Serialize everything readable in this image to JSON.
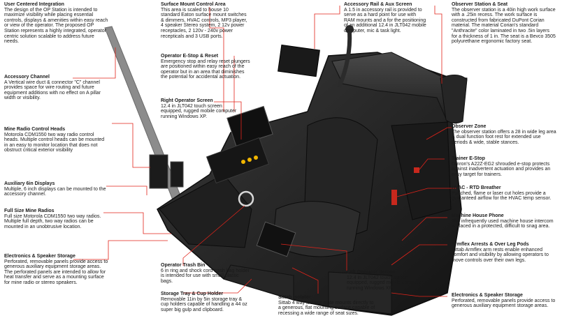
{
  "colors": {
    "leader": "#e2231a",
    "shell": "#2a2a2a",
    "panel": "#1a1a1a",
    "metal": "#8a8a8a",
    "accent": "#f2b600"
  },
  "annotations": {
    "user_centered": {
      "title": "User Centered Integration",
      "body": "The design of the OP Station is intended to maximize visibility while placing essential controls, displays & amenities within easy reach or view of the operator. The proposed OP Station represents a highly integrated, operator centric solution scalable to address future needs."
    },
    "accessory_channel": {
      "title": "Accessory Channel",
      "body": "A Vertical wire duct & connector \"C\" channel provides space for wire routing and future equipment additions with no effect on A pillar width or visibility."
    },
    "mine_radio_heads": {
      "title": "Mine Radio Control Heads",
      "body": "Motorola CDM1550 two way radio control heads. Multiple control heads can be mounted in an easy to monitor location that does not obstruct critical exterior visibility"
    },
    "aux_displays": {
      "title": "Auxiliary 6in Displays",
      "body": "Multiple, 6 inch displays can be mounted to the accessory channel."
    },
    "full_size_radios": {
      "title": "Full Size Mine Radios",
      "body": "Full size Motorola CDM1550 two way radios. Multiple full depth, two way radios can be mounted in an unobtrusive location."
    },
    "electronics_left": {
      "title": "Electronics & Speaker Storage",
      "body": "Perforated, removable panels provide access to generous auxiliary equipment storage areas. The perforated panels are intended to allow for heat transfer and serve as a mounting surface for mine radio or stereo speakers."
    },
    "surface_mount": {
      "title": "Surface Mount Control Area",
      "body": "This area is scaled to house 10 standard Eaton surface mount switches & dimmers, HVAC controls, MP3 player, 4 speaker Stereo system, 2 12v power receptacles, 2 120v - 240v power recepticals and 3 USB ports."
    },
    "operator_estop": {
      "title": "Operator E-Stop & Reset",
      "body": "Emergency stop and relay reset plungers are positioned within easy reach of the operator but in an area that diminishes the potential for accidental actuation."
    },
    "right_screen": {
      "title": "Right Operator Screen",
      "body": "12.4 in JLT042 touch screen equipped, rugged mobile computer running Windows XP."
    },
    "trash_bin": {
      "title": "Operator Trash Bin",
      "body": "6 in ring and shock cord trash bag holder is intended for use with small plastic bags."
    },
    "storage_tray": {
      "title": "Storage Tray & Cup Holder",
      "body": "Removable 11in by 5in storage tray & cup holders capable of handling a 44 oz super big gulp and clipboard."
    },
    "accessory_rail": {
      "title": "Accessory Rail & Aux Screen",
      "body": "A 1.5 in accessory rail is provided to serve as a hard point for use with RAM mounts and a for the positioning of an additional 12.4 in JLT042 mobile computer, mic & task light."
    },
    "sittab_isolator": {
      "title": "Sittab Isolator",
      "body": "Sittab 4 way isolator plate mounts directly to a generous, flat mounting surface capable of recessing a wide range of seat sizes."
    },
    "left_screen": {
      "title": "Left Operator Screen",
      "body": "12.4 in JLT042 touch screen equipped, rugged mobile computer running Windows XP."
    },
    "observer_station": {
      "title": "Observer Station & Seat",
      "body": "The observer station is a 40in high work surface with a .25in recess. The work surface is constructed from fabricated DuPont Corian material. The material Corian's standard \"Anthracite\" color laminated in two .5in layers for a thickness of 1 in. The seat is a Bevco 3505 polyurethane ergonomic factory seat."
    },
    "observer_zone": {
      "title": "Observer Zone",
      "body": "The observer station offers a 28 in wide leg area & dual function foot rest for extended use periods & wide, stable stances."
    },
    "trainer_estop": {
      "title": "Trainer E-Stop",
      "body": "Omron's A22Z-EG2 shrouded e-stop protects against inadvertent actuation and provides an easy target for trainers."
    },
    "hvac": {
      "title": "HVAC - RTD Breather",
      "body": "Punched, flame or laser cut holes provide a guaranteed airflow for the HVAC temp sensor."
    },
    "machine_phone": {
      "title": "Machine House Phone",
      "body": "The infrequently used machine house intercom is placed in a protected, difficult to snag area."
    },
    "armflex": {
      "title": "Armflex Arrests & Over Leg Pods",
      "body": "Sittab Armflex arm rests enable enhanced comfort and visibility by allowing operators to move controls over their own legs."
    },
    "electronics_right": {
      "title": "Electronics & Speaker Storage",
      "body": "Perforated, removable panels provide access to generous auxiliary equipment storage areas."
    }
  }
}
